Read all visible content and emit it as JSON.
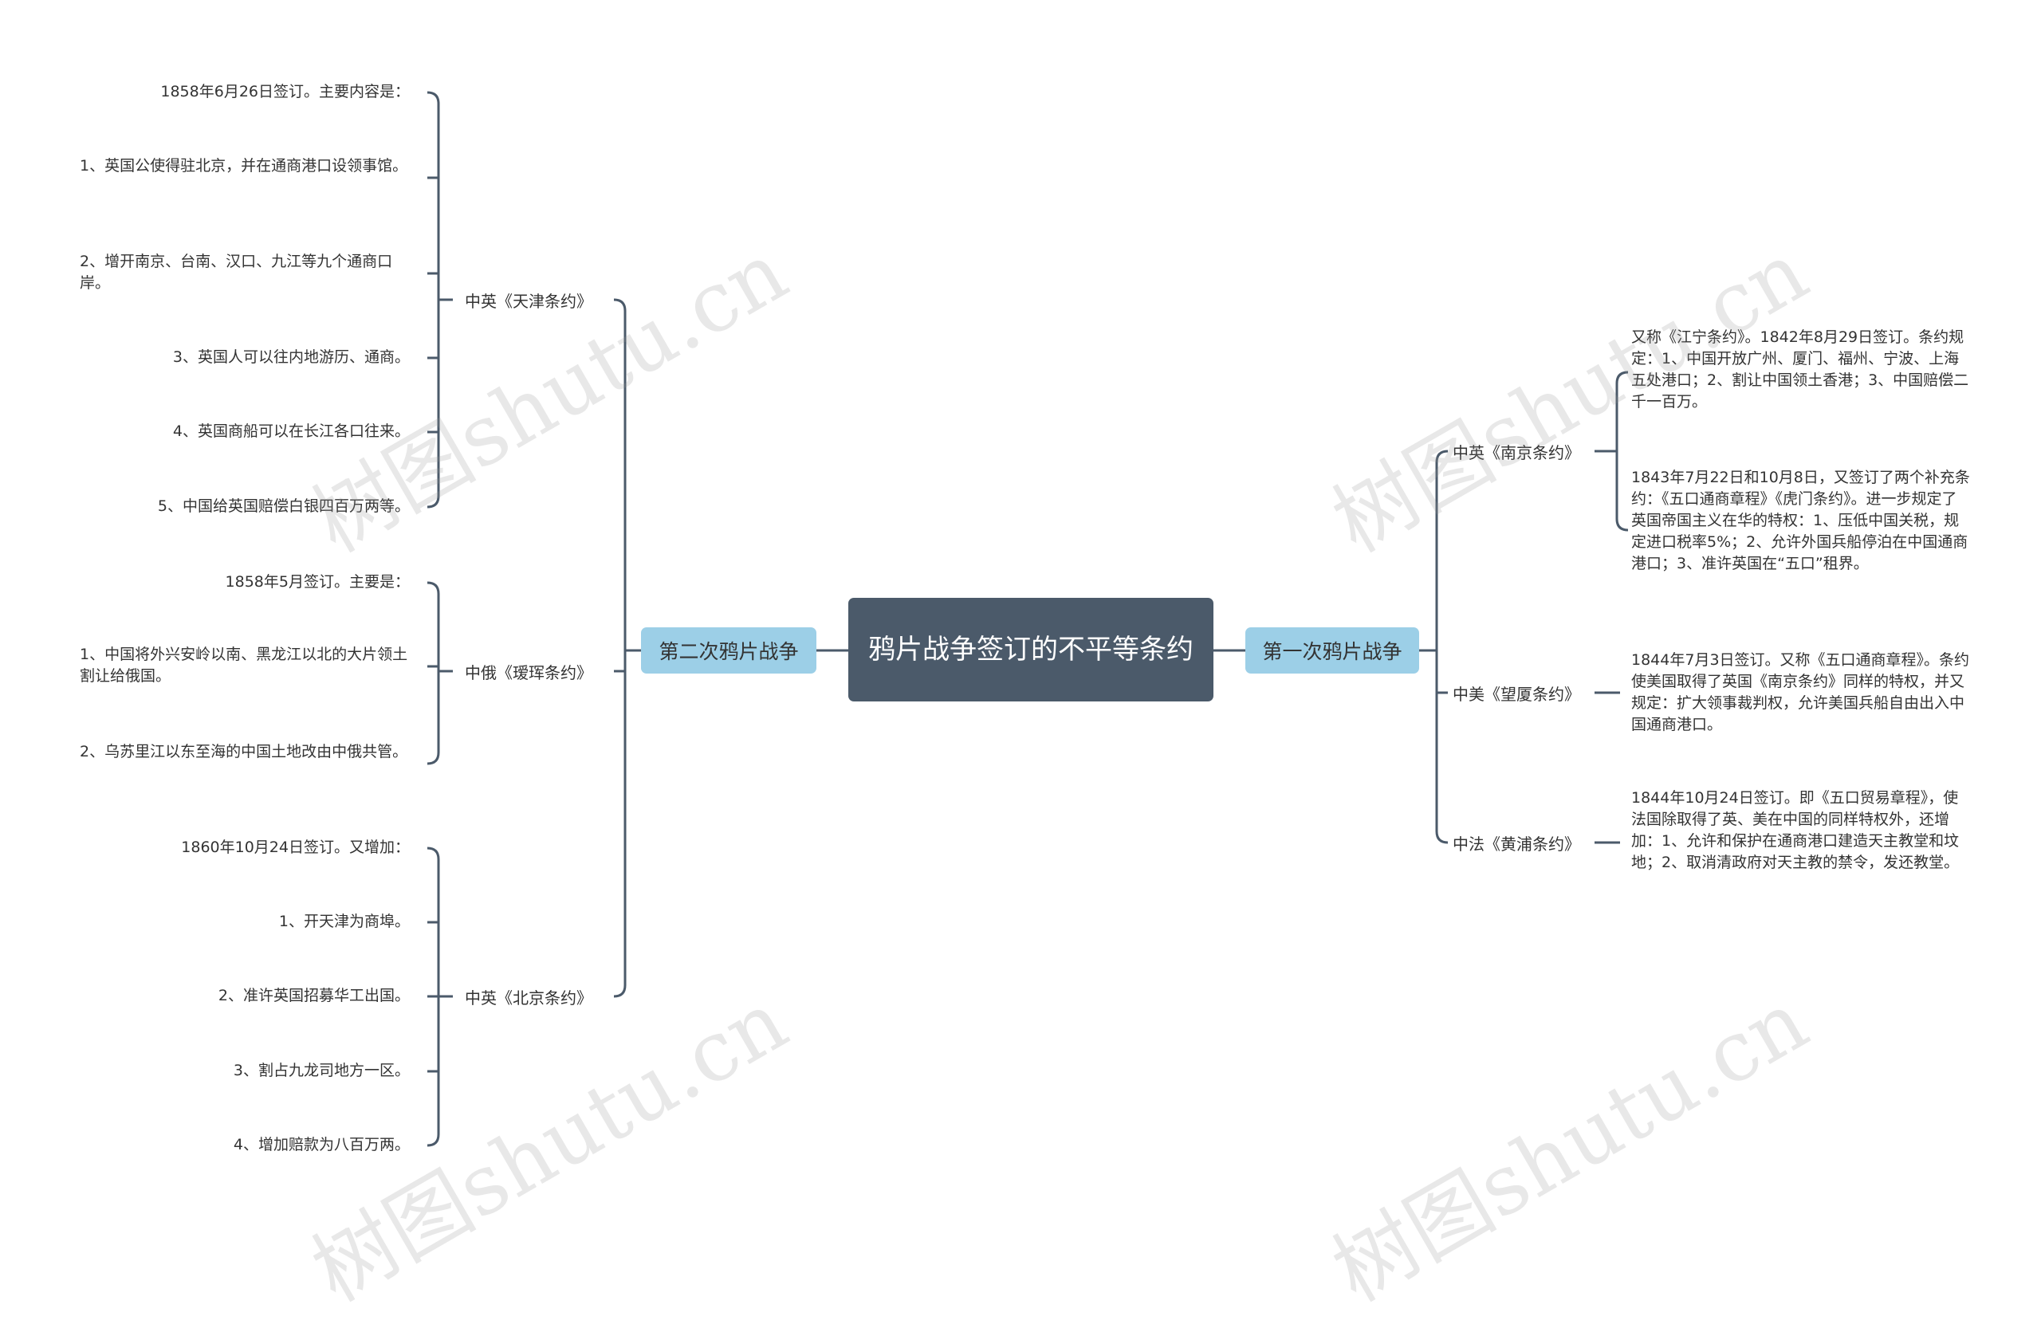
{
  "root": {
    "title": "鸦片战争签订的不平等条约"
  },
  "right": {
    "label": "第一次鸦片战争",
    "treaties": [
      {
        "name": "中英《南京条约》",
        "items": [
          "又称《江宁条约》。1842年8月29日签订。条约规定：1、中国开放广州、厦门、福州、宁波、上海五处港口；2、割让中国领土香港；3、中国赔偿二千一百万。",
          "1843年7月22日和10月8日，又签订了两个补充条约：《五口通商章程》《虎门条约》。进一步规定了英国帝国主义在华的特权：1、压低中国关税，规定进口税率5%；2、允许外国兵船停泊在中国通商港口；3、准许英国在“五口”租界。"
        ]
      },
      {
        "name": "中美《望厦条约》",
        "items": [
          "1844年7月3日签订。又称《五口通商章程》。条约使美国取得了英国《南京条约》同样的特权，并又规定：扩大领事裁判权，允许美国兵船自由出入中国通商港口。"
        ]
      },
      {
        "name": "中法《黄浦条约》",
        "items": [
          "1844年10月24日签订。即《五口贸易章程》，使法国除取得了英、美在中国的同样特权外，还增加：1、允许和保护在通商港口建造天主教堂和坟地；2、取消清政府对天主教的禁令，发还教堂。"
        ]
      }
    ]
  },
  "left": {
    "label": "第二次鸦片战争",
    "treaties": [
      {
        "name": "中英《天津条约》",
        "items": [
          "1858年6月26日签订。主要内容是：",
          "1、英国公使得驻北京，并在通商港口设领事馆。",
          "2、增开南京、台南、汉口、九江等九个通商口岸。",
          "3、英国人可以往内地游历、通商。",
          "4、英国商船可以在长江各口往来。",
          "5、中国给英国赔偿白银四百万两等。"
        ]
      },
      {
        "name": "中俄《瑷珲条约》",
        "items": [
          "1858年5月签订。主要是：",
          "1、中国将外兴安岭以南、黑龙江以北的大片领土割让给俄国。",
          "2、乌苏里江以东至海的中国土地改由中俄共管。"
        ]
      },
      {
        "name": "中英《北京条约》",
        "items": [
          "1860年10月24日签订。又增加：",
          "1、开天津为商埠。",
          "2、准许英国招募华工出国。",
          "3、割占九龙司地方一区。",
          "4、增加赔款为八百万两。"
        ]
      }
    ]
  },
  "watermark": {
    "text": "树图shutu.cn"
  },
  "colors": {
    "root_bg": "#4b5a6a",
    "main_bg": "#9ccfe7",
    "line": "#4b5a6a"
  }
}
